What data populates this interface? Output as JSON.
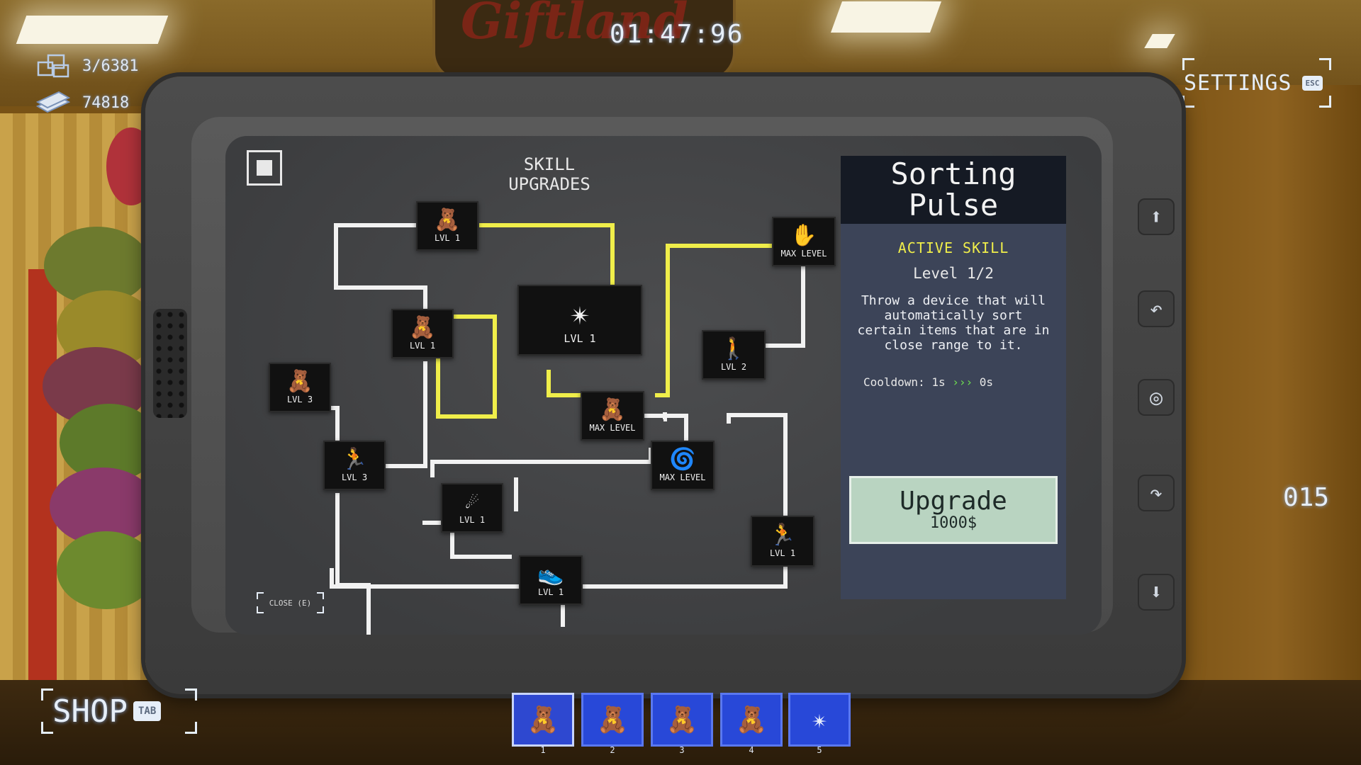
{
  "hud": {
    "items_count": "3/6381",
    "money": "74818",
    "timer": "01:47:96",
    "settings_label": "SETTINGS",
    "settings_key": "ESC",
    "side_counter": "015",
    "store_sign": "Giftland"
  },
  "tree": {
    "title": "SKILL UPGRADES",
    "close_hint": "CLOSE (E)",
    "nodes": [
      {
        "icon": "bear-hand-to-shelf-icon",
        "glyph": "🧸",
        "level": "LVL 1"
      },
      {
        "icon": "bear-conveyor-icon",
        "glyph": "🧸",
        "level": "LVL 1"
      },
      {
        "icon": "bear-in-hand-icon",
        "glyph": "🧸",
        "level": "LVL 3"
      },
      {
        "icon": "sprint-icon",
        "glyph": "🏃",
        "level": "LVL 3"
      },
      {
        "icon": "sorting-pulse-icon",
        "glyph": "✴",
        "level": "LVL 1"
      },
      {
        "icon": "bears-hand-icon",
        "glyph": "🧸",
        "level": "MAX LEVEL"
      },
      {
        "icon": "swirl-icon",
        "glyph": "🌀",
        "level": "MAX LEVEL"
      },
      {
        "icon": "throw-icon",
        "glyph": "☄",
        "level": "LVL 1"
      },
      {
        "icon": "shoe-icon",
        "glyph": "👟",
        "level": "LVL 1"
      },
      {
        "icon": "hand-plus-icon",
        "glyph": "✋",
        "level": "MAX LEVEL"
      },
      {
        "icon": "person-plus-bears-icon",
        "glyph": "🚶",
        "level": "LVL 2"
      },
      {
        "icon": "jump-icon",
        "glyph": "🏃",
        "level": "LVL 1"
      }
    ]
  },
  "panel": {
    "name": "Sorting Pulse",
    "type": "ACTIVE SKILL",
    "level": "Level 1/2",
    "description": "Throw a device that will automatically sort certain items that are in close range to it.",
    "cooldown_label": "Cooldown: 1s",
    "cooldown_arrows": "›››",
    "cooldown_next": "0s",
    "upgrade_label": "Upgrade",
    "upgrade_cost": "1000$"
  },
  "hotbar": {
    "shop_label": "SHOP",
    "shop_key": "TAB",
    "slots": [
      {
        "num": "1",
        "glyph": "🧸"
      },
      {
        "num": "2",
        "glyph": "🧸"
      },
      {
        "num": "3",
        "glyph": "🧸"
      },
      {
        "num": "4",
        "glyph": "🧸"
      },
      {
        "num": "5",
        "glyph": "✴"
      }
    ]
  },
  "colors": {
    "highlight_path": "#f0ee4a",
    "path": "#f2f2f2",
    "panel_bg": "#3c4458",
    "upgrade_bg": "#b9d4c1",
    "slot_bg": "#2848d8"
  }
}
